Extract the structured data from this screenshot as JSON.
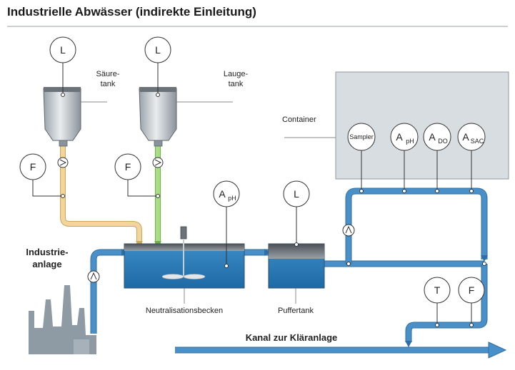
{
  "title": "Industrielle Abwässer (indirekte Einleitung)",
  "labels": {
    "saeure_tank_line1": "Säure-",
    "saeure_tank_line2": "tank",
    "lauge_tank_line1": "Lauge-",
    "lauge_tank_line2": "tank",
    "container": "Container",
    "industrie_line1": "Industrie-",
    "industrie_line2": "anlage",
    "neutralisationsbecken": "Neutralisationsbecken",
    "puffertank": "Puffertank",
    "kanal": "Kanal zur Kläranlage"
  },
  "instruments": {
    "level_saeure": "L",
    "level_lauge": "L",
    "flow_saeure": "F",
    "flow_lauge": "F",
    "analysis_ph_main": {
      "letter": "A",
      "sub": "pH"
    },
    "level_puffer": "L",
    "sampler": "Sampler",
    "analysis_ph_container": {
      "letter": "A",
      "sub": "pH"
    },
    "analysis_do": {
      "letter": "A",
      "sub": "DO"
    },
    "analysis_sac": {
      "letter": "A",
      "sub": "SAC"
    },
    "temperature": "T",
    "flow_outlet": "F"
  },
  "colors": {
    "water_pipe": "#4a90c8",
    "water_pipe_outline": "#2f6fa3",
    "acid_pipe": "#f2d59a",
    "base_pipe": "#a9dd86",
    "tank_fill": "#2a7ab8",
    "container_bg": "#d8dde1",
    "factory": "#8e9aa4"
  }
}
